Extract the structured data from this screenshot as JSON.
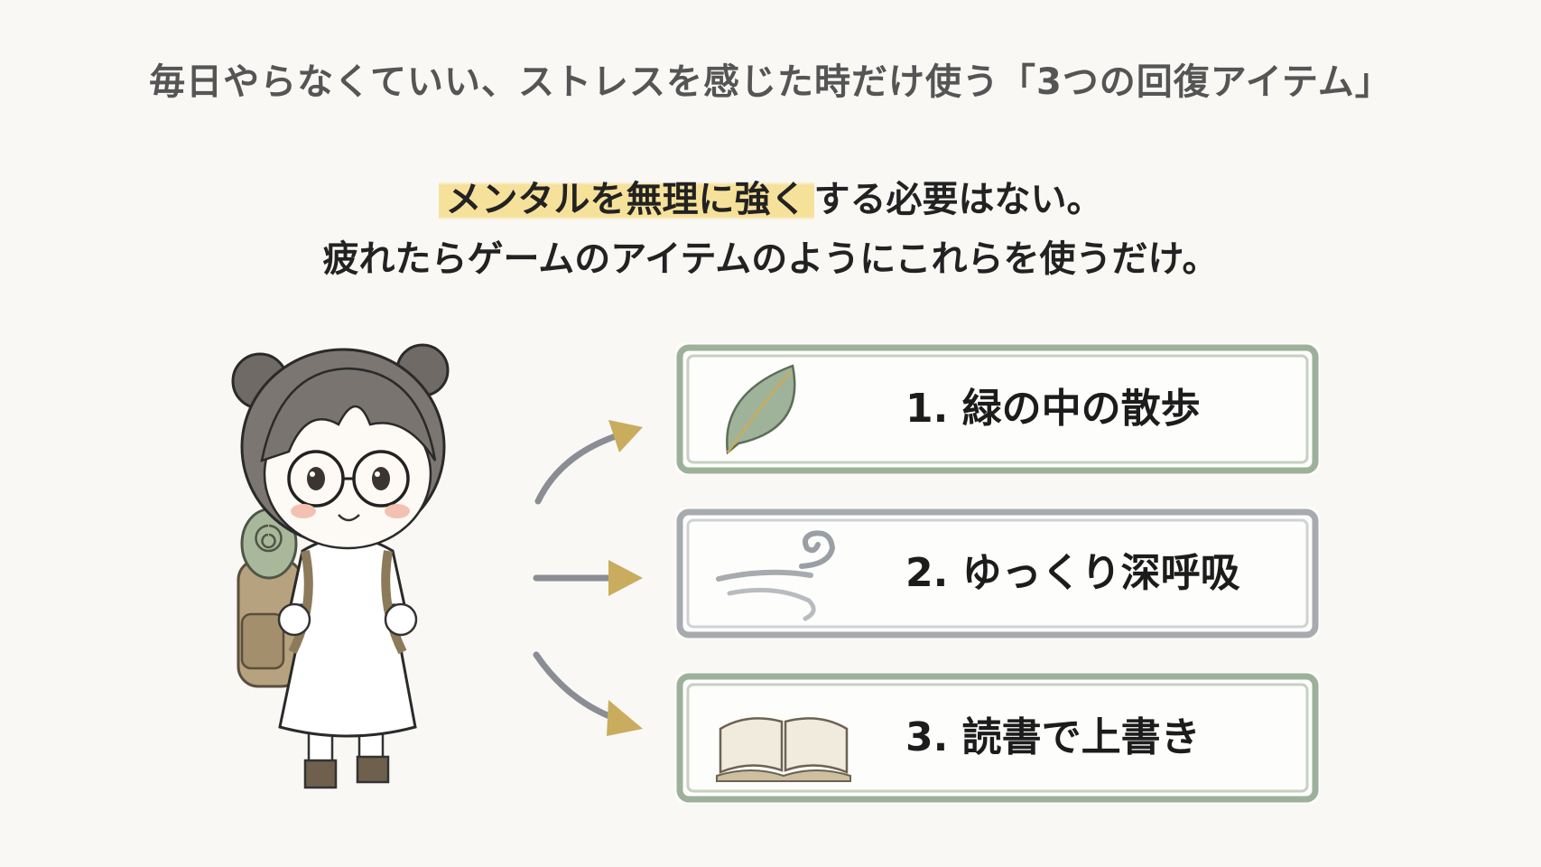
{
  "header": {
    "title": "毎日やらなくていい、ストレスを感じた時だけ使う「3つの回復アイテム」"
  },
  "lead": {
    "line1_highlight": "メンタルを無理に強く",
    "line1_rest": "する必要はない。",
    "line2": "疲れたらゲームのアイテムのようにこれらを使うだけ。"
  },
  "items": [
    {
      "label": "1. 緑の中の散歩",
      "icon": "leaf-icon"
    },
    {
      "label": "2. ゆっくり深呼吸",
      "icon": "wind-icon"
    },
    {
      "label": "3. 読書で上書き",
      "icon": "open-book-icon"
    }
  ],
  "colors": {
    "background": "#f9f8f5",
    "highlight": "#f6e096",
    "card_green_border": "#9db19a",
    "card_gray_border": "#a7abb0",
    "arrow_gold": "#c9ac5e"
  }
}
